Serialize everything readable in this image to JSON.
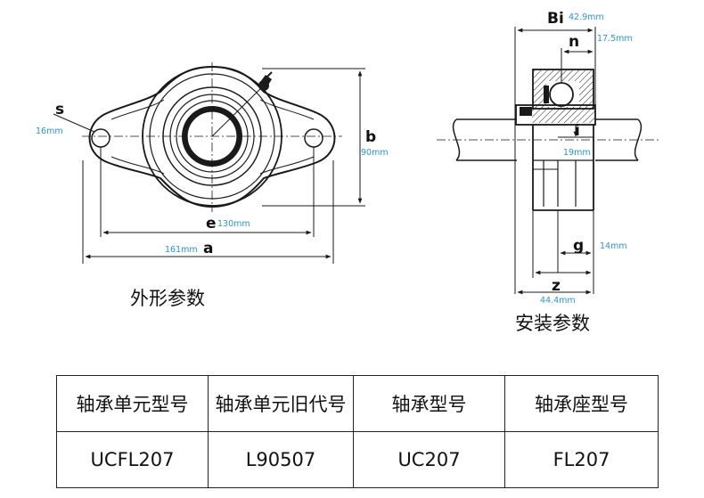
{
  "front_view": {
    "caption": "外形参数",
    "labels": {
      "s": "s",
      "b": "b",
      "e": "e",
      "a": "a"
    },
    "dims": {
      "s": "16mm",
      "b": "90mm",
      "e": "130mm",
      "a": "161mm"
    }
  },
  "side_view": {
    "caption": "安装参数",
    "labels": {
      "Bi": "Bi",
      "n": "n",
      "i": "i",
      "g": "g",
      "z": "z"
    },
    "dims": {
      "Bi": "42.9mm",
      "n": "17.5mm",
      "i": "19mm",
      "g": "14mm",
      "z": "44.4mm"
    }
  },
  "table": {
    "headers": [
      "轴承单元型号",
      "轴承单元旧代号",
      "轴承型号",
      "轴承座型号"
    ],
    "values": [
      "UCFL207",
      "L90507",
      "UC207",
      "FL207"
    ]
  },
  "colors": {
    "dimension_text": "#2a95d0",
    "lines": "#1a1a1a"
  }
}
